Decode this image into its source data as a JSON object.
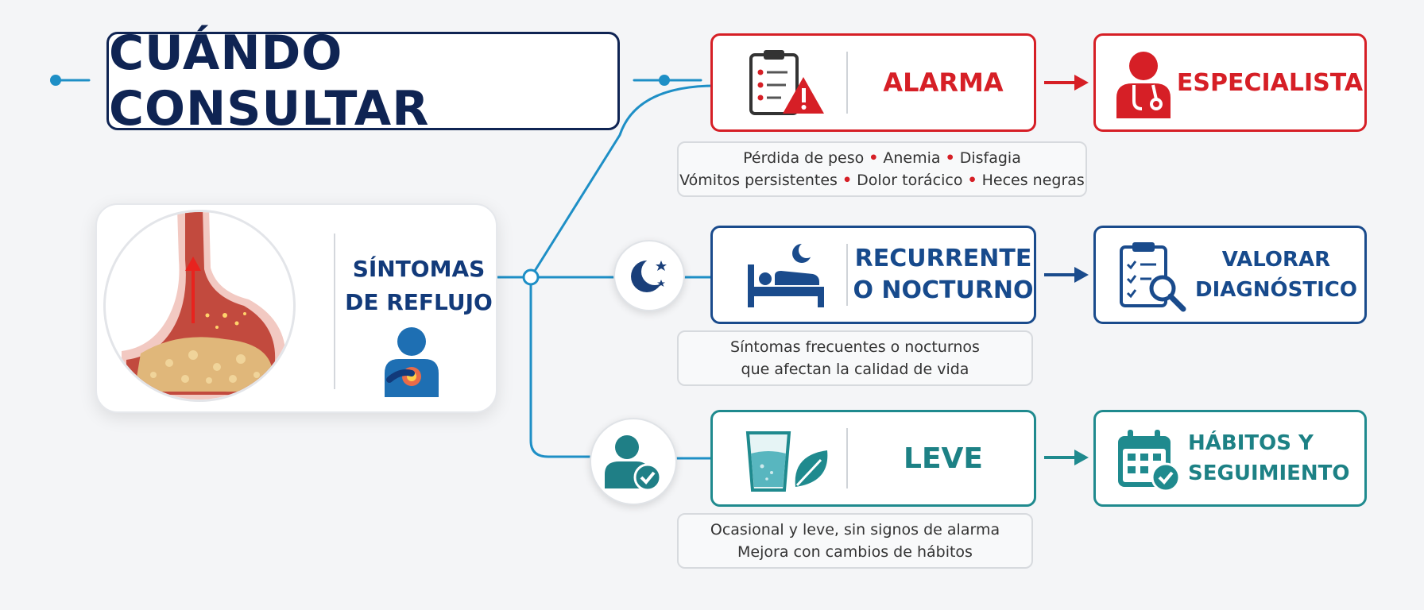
{
  "title": "CUÁNDO CONSULTAR",
  "main_card": {
    "title_line1": "SÍNTOMAS",
    "title_line2": "DE REFLUJO"
  },
  "branches": {
    "alarm": {
      "label": "ALARMA",
      "outcome": "ESPECIALISTA",
      "symptoms_row1": [
        "Pérdida de peso",
        "Anemia",
        "Disfagia"
      ],
      "symptoms_row2": [
        "Vómitos persistentes",
        "Dolor torácico",
        "Heces negras"
      ]
    },
    "recurrent": {
      "label_line1": "RECURRENTE",
      "label_line2": "O NOCTURNO",
      "outcome_line1": "VALORAR",
      "outcome_line2": "DIAGNÓSTICO",
      "desc_line1": "Síntomas frecuentes o nocturnos",
      "desc_line2": "que afectan la calidad de vida"
    },
    "mild": {
      "label": "LEVE",
      "outcome_line1": "HÁBITOS Y",
      "outcome_line2": "SEGUIMIENTO",
      "desc_line1": "Ocasional y leve, sin signos de alarma",
      "desc_line2": "Mejora con cambios de hábitos"
    }
  },
  "colors": {
    "navy": "#0f2453",
    "red": "#d61f26",
    "blue": "#1a4b8c",
    "teal": "#1f8a8e",
    "line": "#1e8fc6"
  },
  "icons": [
    "clipboard-warning-icon",
    "doctor-icon",
    "moon-stars-icon",
    "bed-icon",
    "clipboard-search-icon",
    "user-check-icon",
    "water-glass-icon",
    "leaf-icon",
    "calendar-check-icon",
    "heartburn-person-icon",
    "stomach-illustration"
  ]
}
